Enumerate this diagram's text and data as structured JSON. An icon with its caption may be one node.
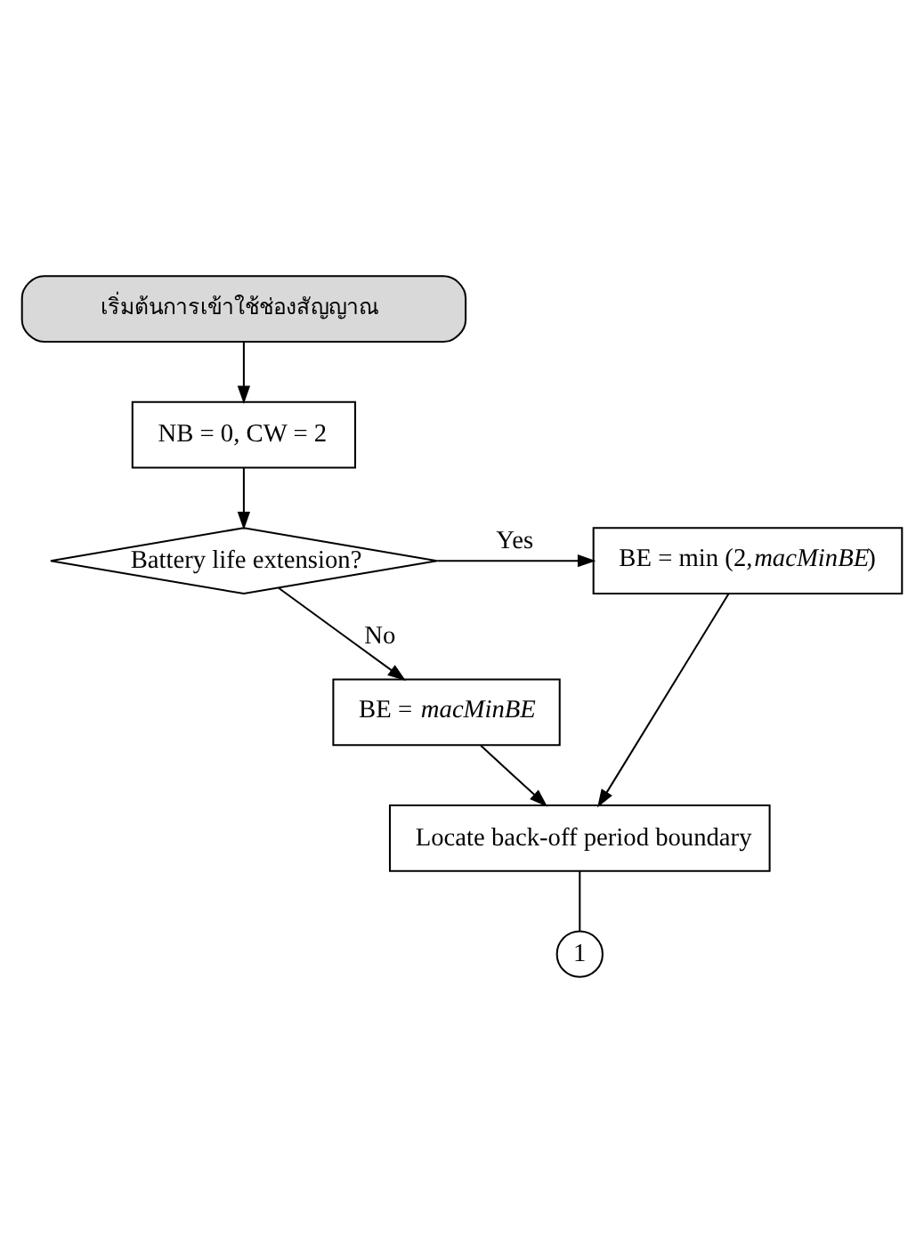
{
  "diagram": {
    "nodes": [
      {
        "text": [
          "เริ่มต้นการเข้าใช้ช่องสัญญาณ"
        ]
      },
      {
        "text": [
          "NB = 0, CW = 2"
        ]
      },
      {
        "text": [
          "Battery life extension?"
        ]
      },
      {
        "text": [
          "BE = min (2,*macMinBE*)"
        ]
      },
      {
        "text": [
          "BE = *macMinBE*"
        ]
      },
      {
        "text": [
          "Locate back-off period boundary"
        ]
      },
      {
        "text": [
          "1"
        ]
      }
    ],
    "edges": [
      {
        "from": 0,
        "to": 1,
        "arrow": "to"
      },
      {
        "from": 1,
        "to": 2,
        "arrow": "to"
      },
      {
        "from": 2,
        "to": 3,
        "arrow": "to",
        "label": "Yes"
      },
      {
        "from": 2,
        "to": 4,
        "arrow": "to",
        "label": "No"
      },
      {
        "from": 3,
        "to": 5,
        "arrow": "to"
      },
      {
        "from": 4,
        "to": 5,
        "arrow": "to"
      },
      {
        "from": 5,
        "to": 6,
        "arrow": "none"
      }
    ]
  }
}
